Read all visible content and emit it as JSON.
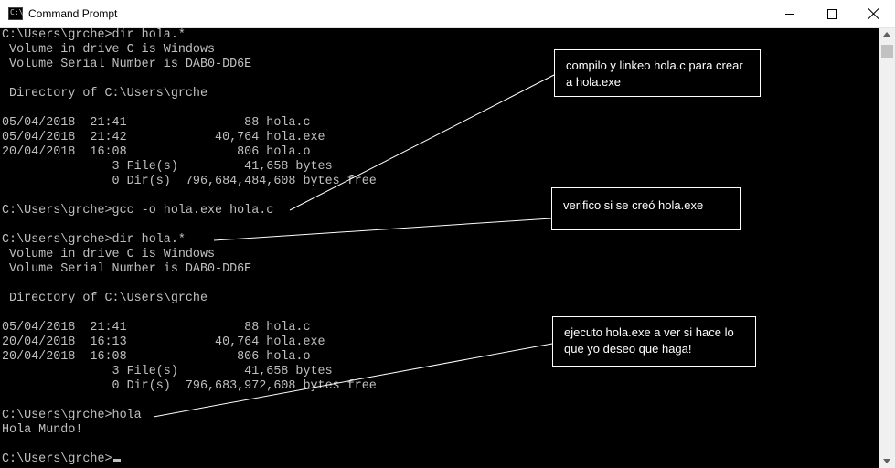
{
  "window": {
    "title": "Command Prompt",
    "icon": "cmd-icon"
  },
  "console_lines": [
    "C:\\Users\\grche>dir hola.*",
    " Volume in drive C is Windows",
    " Volume Serial Number is DAB0-DD6E",
    "",
    " Directory of C:\\Users\\grche",
    "",
    "05/04/2018  21:41                88 hola.c",
    "05/04/2018  21:42            40,764 hola.exe",
    "20/04/2018  16:08               806 hola.o",
    "               3 File(s)         41,658 bytes",
    "               0 Dir(s)  796,684,484,608 bytes free",
    "",
    "C:\\Users\\grche>gcc -o hola.exe hola.c",
    "",
    "C:\\Users\\grche>dir hola.*",
    " Volume in drive C is Windows",
    " Volume Serial Number is DAB0-DD6E",
    "",
    " Directory of C:\\Users\\grche",
    "",
    "05/04/2018  21:41                88 hola.c",
    "20/04/2018  16:13            40,764 hola.exe",
    "20/04/2018  16:08               806 hola.o",
    "               3 File(s)         41,658 bytes",
    "               0 Dir(s)  796,683,972,608 bytes free",
    "",
    "C:\\Users\\grche>hola",
    "Hola Mundo!",
    "",
    "C:\\Users\\grche>"
  ],
  "annotations": [
    {
      "text": "compilo y linkeo hola.c para crear a hola.exe"
    },
    {
      "text": "verifico si se creó hola.exe"
    },
    {
      "text": "ejecuto hola.exe a ver si hace lo que yo deseo que haga!"
    }
  ]
}
